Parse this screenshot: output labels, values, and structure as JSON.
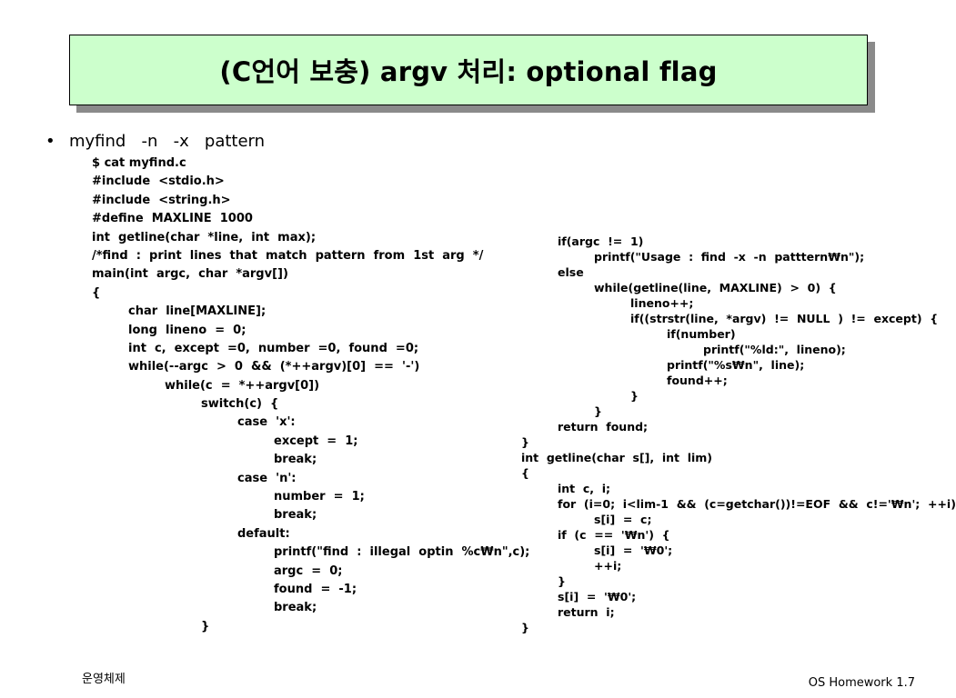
{
  "slide": {
    "title": "(C언어 보충) argv 처리: optional flag",
    "bullet_symbol": "•",
    "bullet_text": "myfind   -n   -x   pattern"
  },
  "code_left": [
    {
      "indent": 0,
      "text": "$ cat myfind.c"
    },
    {
      "indent": 0,
      "text": "#include  <stdio.h>"
    },
    {
      "indent": 0,
      "text": "#include  <string.h>"
    },
    {
      "indent": 0,
      "text": "#define  MAXLINE  1000"
    },
    {
      "indent": 0,
      "text": "int  getline(char  *line,  int  max);"
    },
    {
      "indent": 0,
      "text": "/*find  :  print  lines  that  match  pattern  from  1st  arg  */"
    },
    {
      "indent": 0,
      "text": "main(int  argc,  char  *argv[])"
    },
    {
      "indent": 0,
      "text": "{"
    },
    {
      "indent": 1,
      "text": "char  line[MAXLINE];"
    },
    {
      "indent": 1,
      "text": "long  lineno  =  0;"
    },
    {
      "indent": 1,
      "text": "int  c,  except  =0,  number  =0,  found  =0;"
    },
    {
      "indent": 1,
      "text": "while(--argc  >  0  &&  (*++argv)[0]  ==  '-')"
    },
    {
      "indent": 2,
      "text": "while(c  =  *++argv[0])"
    },
    {
      "indent": 3,
      "text": "switch(c)  {"
    },
    {
      "indent": 4,
      "text": "case  'x':"
    },
    {
      "indent": 5,
      "text": "except  =  1;"
    },
    {
      "indent": 5,
      "text": "break;"
    },
    {
      "indent": 4,
      "text": "case  'n':"
    },
    {
      "indent": 5,
      "text": "number  =  1;"
    },
    {
      "indent": 5,
      "text": "break;"
    },
    {
      "indent": 4,
      "text": "default:"
    },
    {
      "indent": 5,
      "text": "printf(\"find  :  illegal  optin  %c₩n\",c);"
    },
    {
      "indent": 5,
      "text": "argc  =  0;"
    },
    {
      "indent": 5,
      "text": "found  =  -1;"
    },
    {
      "indent": 5,
      "text": "break;"
    },
    {
      "indent": 3,
      "text": "}"
    }
  ],
  "code_right": [
    {
      "indent": 1,
      "text": "if(argc  !=  1)"
    },
    {
      "indent": 2,
      "text": "printf(\"Usage  :  find  -x  -n  patttern₩n\");"
    },
    {
      "indent": 1,
      "text": "else"
    },
    {
      "indent": 2,
      "text": "while(getline(line,  MAXLINE)  >  0)  {"
    },
    {
      "indent": 3,
      "text": "lineno++;"
    },
    {
      "indent": 3,
      "text": "if((strstr(line,  *argv)  !=  NULL  )  !=  except)  {"
    },
    {
      "indent": 4,
      "text": "if(number)"
    },
    {
      "indent": 5,
      "text": "printf(\"%ld:\",  lineno);"
    },
    {
      "indent": 4,
      "text": "printf(\"%s₩n\",  line);"
    },
    {
      "indent": 4,
      "text": "found++;"
    },
    {
      "indent": 3,
      "text": "}"
    },
    {
      "indent": 2,
      "text": "}"
    },
    {
      "indent": 1,
      "text": "return  found;"
    },
    {
      "indent": 0,
      "text": "}"
    },
    {
      "indent": 0,
      "text": "int  getline(char  s[],  int  lim)"
    },
    {
      "indent": 0,
      "text": "{"
    },
    {
      "indent": 1,
      "text": "int  c,  i;"
    },
    {
      "indent": 1,
      "text": "for  (i=0;  i<lim-1  &&  (c=getchar())!=EOF  &&  c!='₩n';  ++i)"
    },
    {
      "indent": 2,
      "text": "s[i]  =  c;"
    },
    {
      "indent": 1,
      "text": "if  (c  ==  '₩n')  {"
    },
    {
      "indent": 2,
      "text": "s[i]  =  '₩0';"
    },
    {
      "indent": 2,
      "text": "++i;"
    },
    {
      "indent": 1,
      "text": "}"
    },
    {
      "indent": 1,
      "text": "s[i]  =  '₩0';"
    },
    {
      "indent": 1,
      "text": "return  i;"
    },
    {
      "indent": 0,
      "text": "}"
    }
  ],
  "footer": {
    "left": "운영체제",
    "right": "OS Homework 1.7"
  },
  "colors": {
    "title_background": "#ccffcc",
    "title_shadow": "#8a8a8a"
  }
}
